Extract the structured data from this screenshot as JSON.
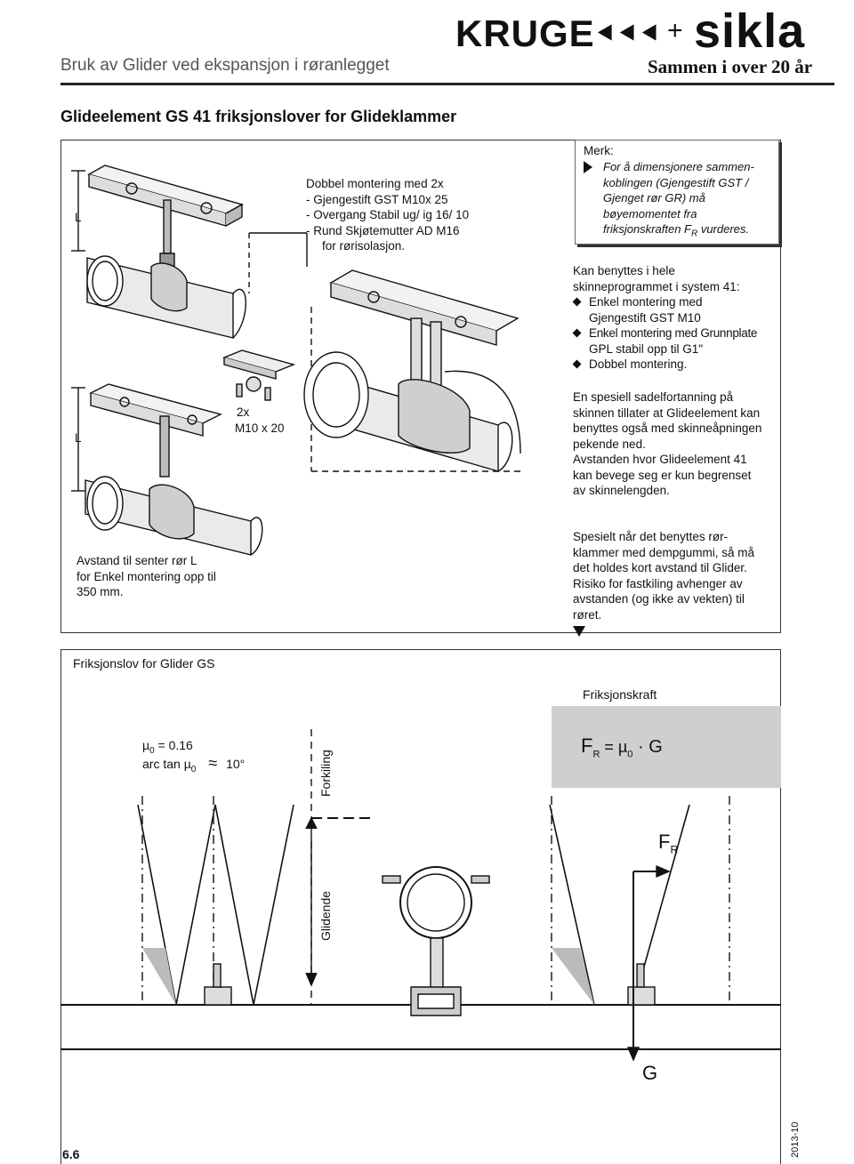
{
  "header": {
    "title": "Bruk av Glider ved ekspansjon i røranlegget",
    "logo_left": "KRUGE",
    "logo_plus": "+",
    "logo_right": "sikla",
    "tagline": "Sammen i over 20 år"
  },
  "section_title": "Glideelement GS 41 friksjonslover for Glideklammer",
  "figure_top": {
    "label_L_top": "L",
    "label_L_bottom": "L",
    "mount_text": [
      "Dobbel montering med 2x",
      "- Gjengestift GST M10x 25",
      "- Overgang Stabil ug/ ig 16/ 10",
      "- Rund Skjøtemutter AD M16",
      "   for rørisolasjon."
    ],
    "bolt_qty": "2x",
    "bolt_size": "M10 x 20",
    "distance_note": [
      "Avstand til senter rør L",
      "for Enkel montering opp til",
      "350 mm."
    ]
  },
  "note": {
    "heading": "Merk:",
    "body_lines": [
      "For å dimensjonere sammen-",
      "koblingen (Gjengestift GST /",
      "Gjenget rør GR) må",
      "bøyemomentet fra"
    ],
    "last_line_prefix": "friksjonskraften F",
    "last_line_sub": "R",
    "last_line_suffix": " vurderes."
  },
  "usage": {
    "intro_lines": [
      "Kan benyttes i hele",
      "skinneprogrammet i system 41:"
    ],
    "items": [
      [
        "Enkel montering med",
        "Gjengestift GST M10"
      ],
      [
        "Enkel montering med Grunnplate",
        "GPL stabil opp til G1\""
      ],
      [
        "Dobbel montering."
      ]
    ]
  },
  "paragraph_saddle": [
    "En spesiell sadelfortanning på",
    "skinnen tillater at Glideelement kan",
    "benyttes også med skinneåpningen",
    "pekende ned.",
    "Avstanden hvor Glideelement 41",
    "kan bevege seg er kun begrenset",
    "av skinnelengden."
  ],
  "paragraph_damp": [
    "Spesielt når det benyttes rør-",
    "klammer med dempgummi, så må",
    "det holdes kort avstand til Glider.",
    "Risiko for fastkiling avhenger av",
    "avstanden (og ikke av vekten) til",
    "røret."
  ],
  "friction": {
    "box_title": "Friksjonslov for Glider GS",
    "mu_line_prefix": "µ",
    "mu_sub": "0",
    "mu_value": " = 0.16",
    "arc_prefix": "arc tan µ",
    "arc_sub": "0",
    "arc_approx": "≈",
    "arc_value": "10°",
    "label_forkiling": "Forkiling",
    "label_glidende": "Glidende",
    "force_title": "Friksjonskraft",
    "formula_F": "F",
    "formula_R": "R",
    "formula_eq": " = µ",
    "formula_0": "0",
    "formula_dot": " · G",
    "arrow_F": "F",
    "arrow_R": "R",
    "arrow_G": "G"
  },
  "footer": {
    "page": "6.6",
    "date": "2013-10"
  }
}
